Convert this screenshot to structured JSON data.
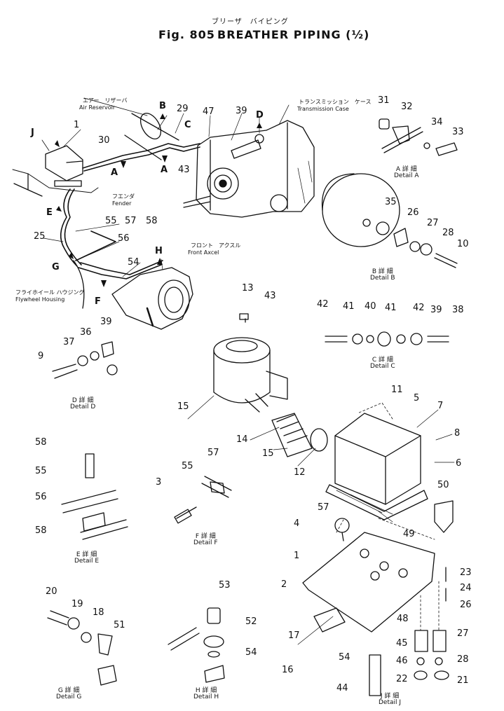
{
  "header": {
    "japanese_title": "ブリーザ　バイピング",
    "fig_label": "Fig. 805",
    "title": "BREATHER PIPING (½)"
  },
  "callouts": {
    "air_reservoir_jp": "エアー　リザーバ",
    "air_reservoir": "Air Reservoir",
    "transmission_case_jp": "トランスミッション　ケース",
    "transmission_case": "Transmission Case",
    "fender_jp": "フエンダ",
    "fender": "Fender",
    "front_axcel_jp": "フロント　アクスル",
    "front_axcel": "Front Axcel",
    "flywheel_housing_jp": "フライホイール ハウジング",
    "flywheel_housing": "Flywheel Housing"
  },
  "details": {
    "A": {
      "jp": "A 詳 細",
      "en": "Detail A"
    },
    "B": {
      "jp": "B 詳 細",
      "en": "Detail B"
    },
    "C": {
      "jp": "C 詳 細",
      "en": "Detail C"
    },
    "D": {
      "jp": "D 詳 細",
      "en": "Detail D"
    },
    "E": {
      "jp": "E 詳 細",
      "en": "Detail E"
    },
    "F": {
      "jp": "F 詳 細",
      "en": "Detail F"
    },
    "G": {
      "jp": "G 詳 細",
      "en": "Detail G"
    },
    "H": {
      "jp": "H 詳 細",
      "en": "Detail H"
    },
    "J": {
      "jp": "J 詳 細",
      "en": "Detail J"
    }
  },
  "part_numbers": [
    "1",
    "30",
    "29",
    "47",
    "39",
    "43",
    "25",
    "55",
    "57",
    "58",
    "56",
    "54",
    "31",
    "32",
    "34",
    "33",
    "35",
    "26",
    "27",
    "28",
    "10",
    "13",
    "43",
    "42",
    "41",
    "40",
    "41",
    "42",
    "39",
    "38",
    "37",
    "36",
    "39",
    "9",
    "15",
    "14",
    "15",
    "12",
    "11",
    "5",
    "7",
    "8",
    "6",
    "49",
    "50",
    "57",
    "58",
    "55",
    "56",
    "58",
    "55",
    "57",
    "3",
    "4",
    "1",
    "2",
    "17",
    "16",
    "48",
    "54",
    "44",
    "45",
    "46",
    "22",
    "23",
    "24",
    "26",
    "27",
    "28",
    "21",
    "20",
    "19",
    "18",
    "51",
    "53",
    "52",
    "54"
  ],
  "letters": [
    "B",
    "C",
    "D",
    "J",
    "A",
    "A",
    "E",
    "G",
    "H",
    "F"
  ]
}
